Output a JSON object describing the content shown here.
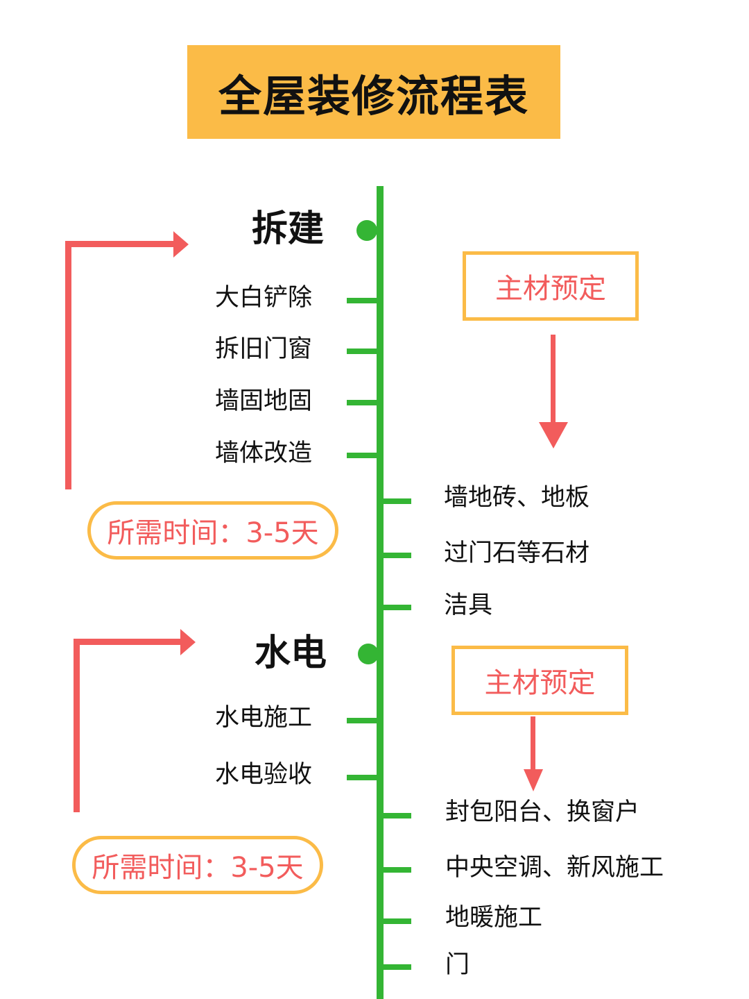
{
  "title": "全屋装修流程表",
  "colors": {
    "accent": "#fbbb47",
    "timeline": "#34b534",
    "red": "#f25c5c"
  },
  "sections": [
    {
      "heading": "拆建",
      "steps": [
        "大白铲除",
        "拆旧门窗",
        "墙固地固",
        "墙体改造"
      ],
      "duration": "所需时间：3-5天",
      "material_label": "主材预定",
      "materials": [
        "墙地砖、地板",
        "过门石等石材",
        "洁具"
      ]
    },
    {
      "heading": "水电",
      "steps": [
        "水电施工",
        "水电验收"
      ],
      "duration": "所需时间：3-5天",
      "material_label": "主材预定",
      "materials": [
        "封包阳台、换窗户",
        "中央空调、新风施工",
        "地暖施工",
        "门"
      ]
    }
  ]
}
